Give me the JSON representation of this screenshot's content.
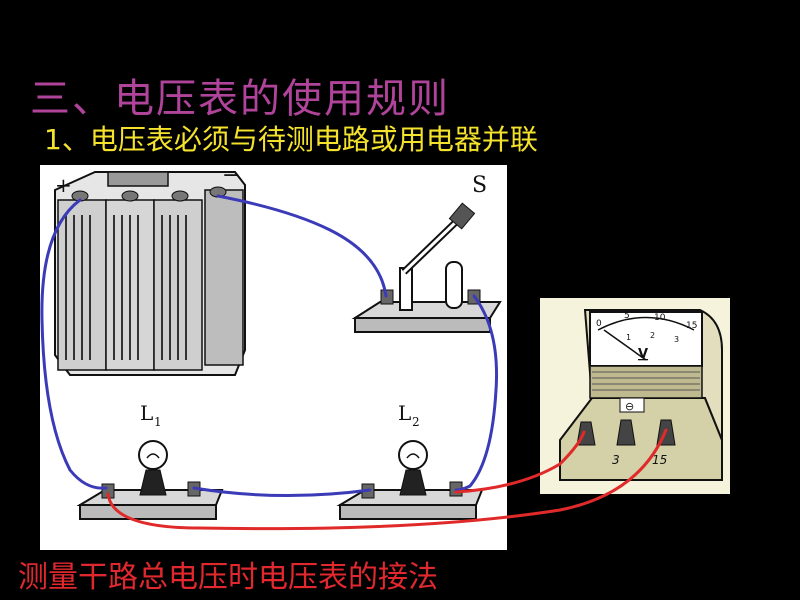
{
  "slide": {
    "title": "三、电压表的使用规则",
    "subtitle": "1、电压表必须与待测电路或用电器并联",
    "caption": "测量干路总电压时电压表的接法"
  },
  "diagram": {
    "battery_plus": "+",
    "battery_minus": "−",
    "switch_label": "S",
    "lamp1_label": "L",
    "lamp1_sub": "1",
    "lamp2_label": "L",
    "lamp2_sub": "2",
    "meter_unit": "V",
    "meter_outer_scale": [
      "0",
      "5",
      "10",
      "15"
    ],
    "meter_inner_scale": [
      "1",
      "2",
      "3"
    ],
    "meter_terminal_labels": [
      "3",
      "15"
    ],
    "meter_minus": "⊖"
  },
  "colors": {
    "title": "#b0439a",
    "subtitle": "#f4e22c",
    "caption": "#e0282e",
    "circuit_wire": "#3b3bb8",
    "meter_wire": "#e02a2a"
  }
}
